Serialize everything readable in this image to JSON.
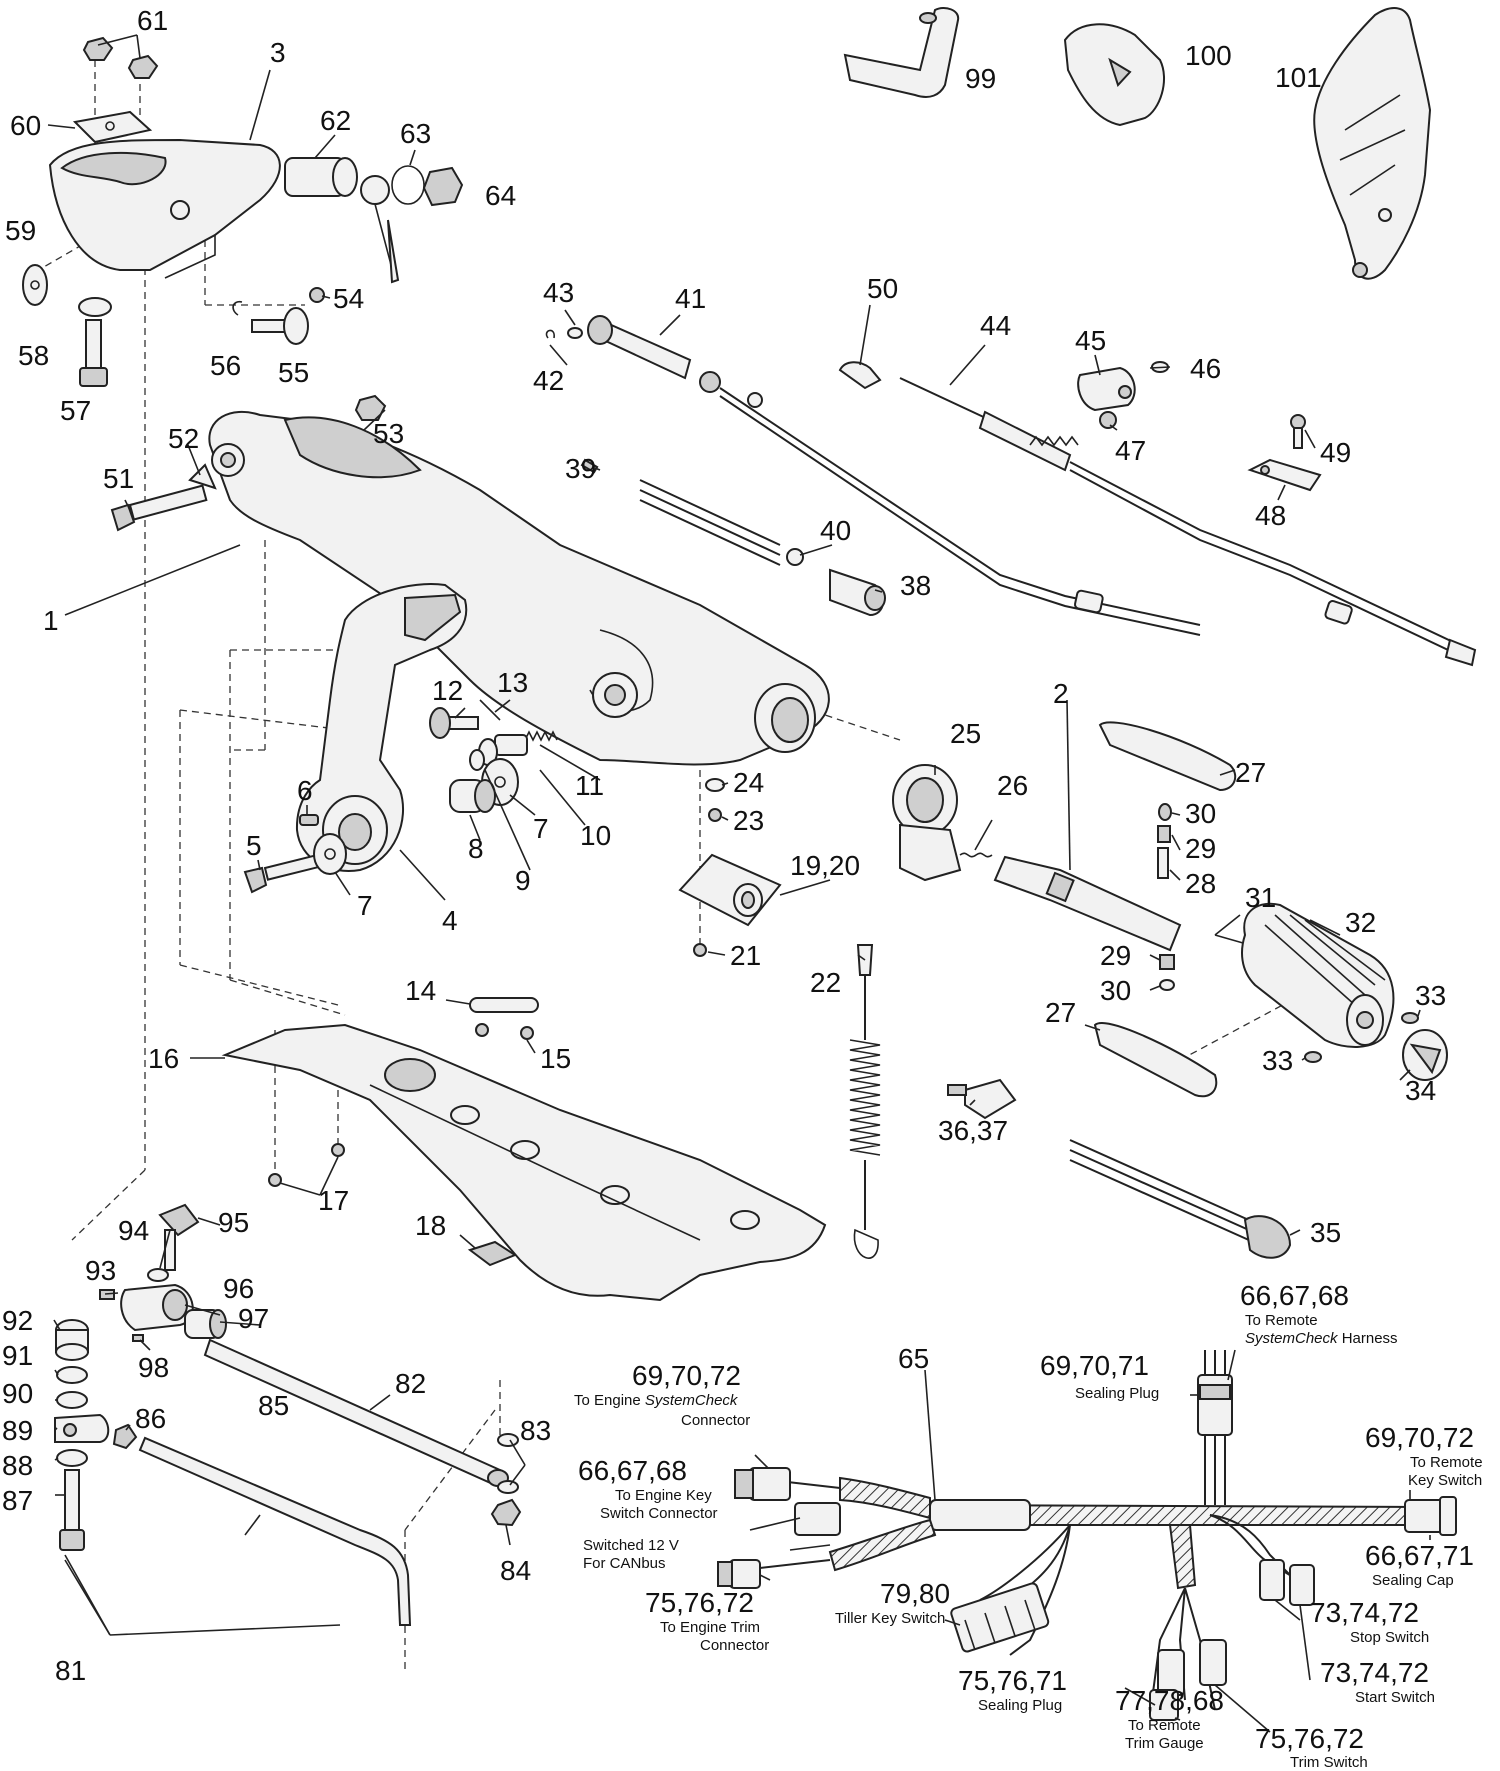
{
  "callouts": [
    {
      "id": "c61",
      "text": "61"
    },
    {
      "id": "c3",
      "text": "3"
    },
    {
      "id": "c60",
      "text": "60"
    },
    {
      "id": "c62",
      "text": "62"
    },
    {
      "id": "c63",
      "text": "63"
    },
    {
      "id": "c64",
      "text": "64"
    },
    {
      "id": "c59",
      "text": "59"
    },
    {
      "id": "c58",
      "text": "58"
    },
    {
      "id": "c57",
      "text": "57"
    },
    {
      "id": "c54",
      "text": "54"
    },
    {
      "id": "c56",
      "text": "56"
    },
    {
      "id": "c55",
      "text": "55"
    },
    {
      "id": "c53",
      "text": "53"
    },
    {
      "id": "c52",
      "text": "52"
    },
    {
      "id": "c51",
      "text": "51"
    },
    {
      "id": "c1",
      "text": "1"
    },
    {
      "id": "c99",
      "text": "99"
    },
    {
      "id": "c100",
      "text": "100"
    },
    {
      "id": "c101",
      "text": "101"
    },
    {
      "id": "c43",
      "text": "43"
    },
    {
      "id": "c41",
      "text": "41"
    },
    {
      "id": "c42",
      "text": "42"
    },
    {
      "id": "c50",
      "text": "50"
    },
    {
      "id": "c44",
      "text": "44"
    },
    {
      "id": "c45",
      "text": "45"
    },
    {
      "id": "c46",
      "text": "46"
    },
    {
      "id": "c47",
      "text": "47"
    },
    {
      "id": "c49",
      "text": "49"
    },
    {
      "id": "c48",
      "text": "48"
    },
    {
      "id": "c39",
      "text": "39"
    },
    {
      "id": "c40",
      "text": "40"
    },
    {
      "id": "c38",
      "text": "38"
    },
    {
      "id": "c12",
      "text": "12"
    },
    {
      "id": "c13",
      "text": "13"
    },
    {
      "id": "c11",
      "text": "11"
    },
    {
      "id": "c10",
      "text": "10"
    },
    {
      "id": "c7a",
      "text": "7"
    },
    {
      "id": "c9",
      "text": "9"
    },
    {
      "id": "c8",
      "text": "8"
    },
    {
      "id": "c6",
      "text": "6"
    },
    {
      "id": "c5",
      "text": "5"
    },
    {
      "id": "c7b",
      "text": "7"
    },
    {
      "id": "c4",
      "text": "4"
    },
    {
      "id": "c24",
      "text": "24"
    },
    {
      "id": "c23",
      "text": "23"
    },
    {
      "id": "c1920",
      "text": "19,20"
    },
    {
      "id": "c21",
      "text": "21"
    },
    {
      "id": "c25",
      "text": "25"
    },
    {
      "id": "c26",
      "text": "26"
    },
    {
      "id": "c2",
      "text": "2"
    },
    {
      "id": "c27a",
      "text": "27"
    },
    {
      "id": "c30a",
      "text": "30"
    },
    {
      "id": "c29a",
      "text": "29"
    },
    {
      "id": "c28",
      "text": "28"
    },
    {
      "id": "c31",
      "text": "31"
    },
    {
      "id": "c32",
      "text": "32"
    },
    {
      "id": "c29b",
      "text": "29"
    },
    {
      "id": "c30b",
      "text": "30"
    },
    {
      "id": "c27b",
      "text": "27"
    },
    {
      "id": "c33a",
      "text": "33"
    },
    {
      "id": "c33b",
      "text": "33"
    },
    {
      "id": "c34",
      "text": "34"
    },
    {
      "id": "c22",
      "text": "22"
    },
    {
      "id": "c3637",
      "text": "36,37"
    },
    {
      "id": "c35",
      "text": "35"
    },
    {
      "id": "c14",
      "text": "14"
    },
    {
      "id": "c15",
      "text": "15"
    },
    {
      "id": "c16",
      "text": "16"
    },
    {
      "id": "c17",
      "text": "17"
    },
    {
      "id": "c18",
      "text": "18"
    },
    {
      "id": "c94",
      "text": "94"
    },
    {
      "id": "c95",
      "text": "95"
    },
    {
      "id": "c93",
      "text": "93"
    },
    {
      "id": "c96",
      "text": "96"
    },
    {
      "id": "c97",
      "text": "97"
    },
    {
      "id": "c92",
      "text": "92"
    },
    {
      "id": "c98",
      "text": "98"
    },
    {
      "id": "c91",
      "text": "91"
    },
    {
      "id": "c90",
      "text": "90"
    },
    {
      "id": "c89",
      "text": "89"
    },
    {
      "id": "c86",
      "text": "86"
    },
    {
      "id": "c88",
      "text": "88"
    },
    {
      "id": "c87",
      "text": "87"
    },
    {
      "id": "c82",
      "text": "82"
    },
    {
      "id": "c85",
      "text": "85"
    },
    {
      "id": "c83",
      "text": "83"
    },
    {
      "id": "c84",
      "text": "84"
    },
    {
      "id": "c81",
      "text": "81"
    },
    {
      "id": "c65",
      "text": "65"
    }
  ],
  "harness_labels": [
    {
      "id": "h1",
      "num": "66,67,68",
      "lines": [
        "To Remote"
      ],
      "italic": "SystemCheck",
      "tail": " Harness"
    },
    {
      "id": "h2",
      "num": "69,70,71",
      "lines": [
        "Sealing Plug"
      ]
    },
    {
      "id": "h3",
      "num": "69,70,72",
      "lines": [
        "To Engine "
      ],
      "italic": "SystemCheck",
      "tail": "",
      "line2": "Connector"
    },
    {
      "id": "h4",
      "num": "69,70,72",
      "lines": [
        "To Remote",
        "Key Switch"
      ]
    },
    {
      "id": "h5",
      "num": "66,67,68",
      "lines": [
        "To Engine Key",
        "Switch Connector"
      ]
    },
    {
      "id": "h6",
      "num": "",
      "lines": [
        "Switched 12 V",
        "For CANbus"
      ]
    },
    {
      "id": "h7",
      "num": "66,67,71",
      "lines": [
        "Sealing Cap"
      ]
    },
    {
      "id": "h8",
      "num": "75,76,72",
      "lines": [
        "To Engine Trim",
        "Connector"
      ]
    },
    {
      "id": "h9",
      "num": "79,80",
      "lines": [
        "Tiller Key Switch"
      ]
    },
    {
      "id": "h10",
      "num": "73,74,72",
      "lines": [
        "Stop Switch"
      ]
    },
    {
      "id": "h11",
      "num": "73,74,72",
      "lines": [
        "Start Switch"
      ]
    },
    {
      "id": "h12",
      "num": "75,76,71",
      "lines": [
        "Sealing Plug"
      ]
    },
    {
      "id": "h13",
      "num": "77,78,68",
      "lines": [
        "To Remote",
        "Trim Gauge"
      ]
    },
    {
      "id": "h14",
      "num": "75,76,72",
      "lines": [
        "Trim Switch"
      ]
    }
  ]
}
